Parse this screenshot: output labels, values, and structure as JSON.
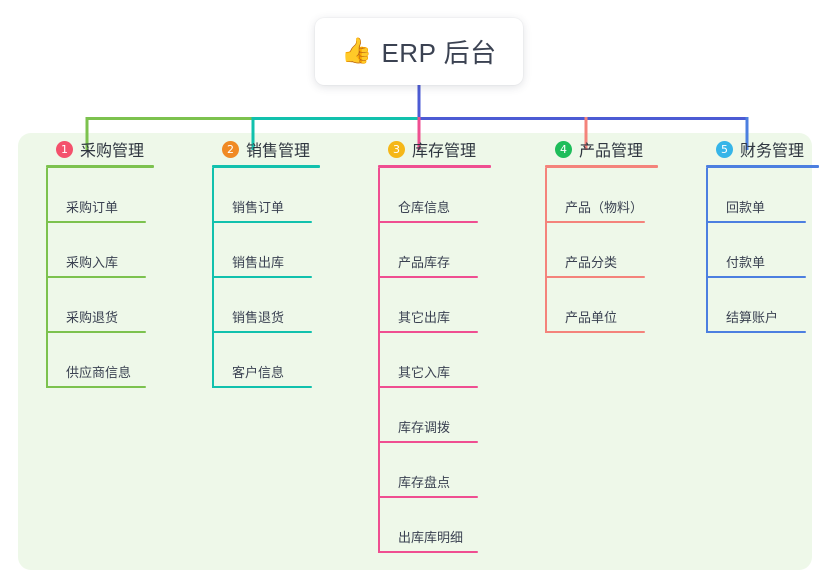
{
  "root": {
    "icon": "thumbs-up-icon",
    "emoji": "👍",
    "title": "ERP 后台"
  },
  "panel": {
    "background": "#eef8e9"
  },
  "wires": {
    "trunk_color": "#4c5bd4",
    "bus_segments": [
      {
        "color": "#7cc24e"
      },
      {
        "color": "#11c1ad"
      },
      {
        "color": "#4c5bd4"
      },
      {
        "color": "#4c5bd4"
      }
    ],
    "drop_colors": [
      "#7cc24e",
      "#11c1ad",
      "#ef4f91",
      "#f4837b",
      "#4c7fe0"
    ]
  },
  "columns": [
    {
      "index": "1",
      "badge_number": "1",
      "badge_color": "#f4516c",
      "line_color": "#7cc24e",
      "title": "采购管理",
      "rule_width": 108,
      "items": [
        {
          "label": "采购订单"
        },
        {
          "label": "采购入库"
        },
        {
          "label": "采购退货"
        },
        {
          "label": "供应商信息"
        }
      ]
    },
    {
      "index": "2",
      "badge_number": "2",
      "badge_color": "#f08a24",
      "line_color": "#11c1ad",
      "title": "销售管理",
      "rule_width": 108,
      "items": [
        {
          "label": "销售订单"
        },
        {
          "label": "销售出库"
        },
        {
          "label": "销售退货"
        },
        {
          "label": "客户信息"
        }
      ]
    },
    {
      "index": "3",
      "badge_number": "3",
      "badge_color": "#f5b719",
      "line_color": "#ef4f91",
      "title": "库存管理",
      "rule_width": 113,
      "items": [
        {
          "label": "仓库信息"
        },
        {
          "label": "产品库存"
        },
        {
          "label": "其它出库"
        },
        {
          "label": "其它入库"
        },
        {
          "label": "库存调拨"
        },
        {
          "label": "库存盘点"
        },
        {
          "label": "出库库明细"
        }
      ]
    },
    {
      "index": "4",
      "badge_number": "4",
      "badge_color": "#1ebd5a",
      "line_color": "#f4837b",
      "title": "产品管理",
      "rule_width": 113,
      "items": [
        {
          "label": "产品（物料）"
        },
        {
          "label": "产品分类"
        },
        {
          "label": "产品单位"
        }
      ]
    },
    {
      "index": "5",
      "badge_number": "5",
      "badge_color": "#36b5e8",
      "line_color": "#4c7fe0",
      "title": "财务管理",
      "rule_width": 113,
      "items": [
        {
          "label": "回款单"
        },
        {
          "label": "付款单"
        },
        {
          "label": "结算账户"
        }
      ]
    }
  ]
}
